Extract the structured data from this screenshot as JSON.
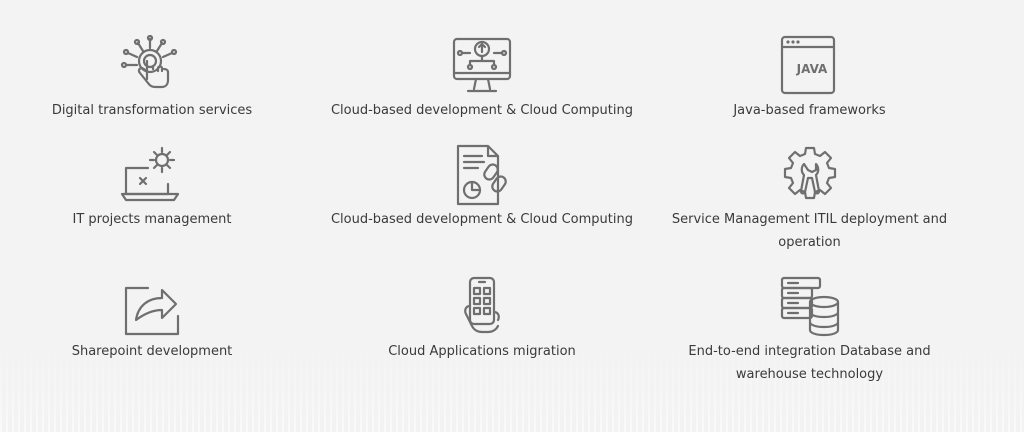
{
  "services": [
    {
      "label": "Digital transformation services",
      "icon": "touch-circuit-icon"
    },
    {
      "label": "Cloud-based development & Cloud Computing",
      "icon": "monitor-cloud-upload-icon"
    },
    {
      "label": "Java-based frameworks",
      "icon": "java-window-icon",
      "icon_text": "JAVA"
    },
    {
      "label": "IT projects management",
      "icon": "laptop-gear-icon"
    },
    {
      "label": "Cloud-based development & Cloud Computing",
      "icon": "document-link-icon"
    },
    {
      "label": "Service Management ITIL deployment and operation",
      "icon": "gear-wrench-icon"
    },
    {
      "label": "Sharepoint development",
      "icon": "share-arrow-icon"
    },
    {
      "label": "Cloud Applications migration",
      "icon": "phone-apps-hand-icon"
    },
    {
      "label": "End-to-end integration Database and warehouse technology",
      "icon": "server-database-icon"
    }
  ],
  "colors": {
    "icon": "#6f6f6f",
    "text": "#3a3a3a",
    "background": "#f3f3f3"
  }
}
